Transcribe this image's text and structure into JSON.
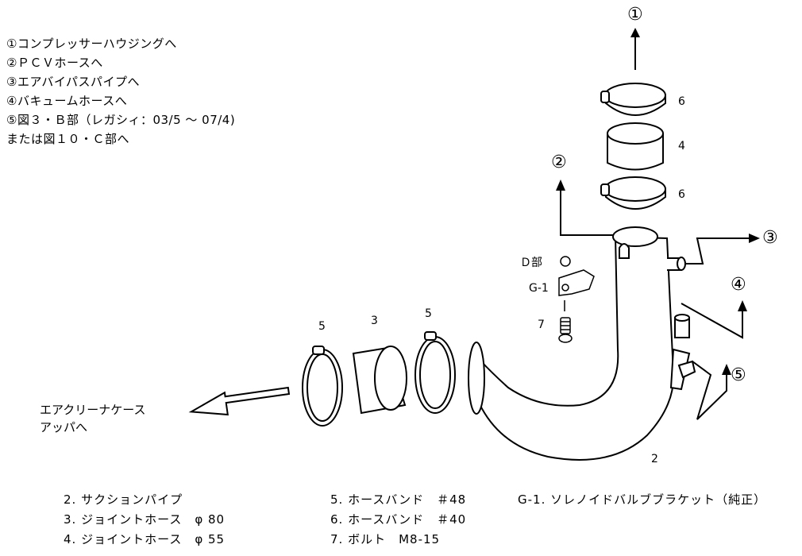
{
  "legend": {
    "items": [
      "①コンプレッサーハウジングへ",
      "②ＰＣＶホースへ",
      "③エアバイパスパイプへ",
      "④バキュームホースへ",
      "⑤図３・Ｂ部（レガシィ：03/5 ～ 07/4)",
      "  または図１０・Ｃ部へ"
    ]
  },
  "callouts": {
    "c1": "①",
    "c2": "②",
    "c3": "③",
    "c4": "④",
    "c5": "⑤"
  },
  "labels": {
    "n6_top": "6",
    "n4": "4",
    "n6_mid": "6",
    "d_part": "Ｄ部",
    "g1": "G-1",
    "n7": "7",
    "n5_left": "5",
    "n3": "3",
    "n5_right": "5",
    "n2": "2",
    "air_cleaner_line1": "エアクリーナケース",
    "air_cleaner_line2": "アッパへ"
  },
  "parts_list": {
    "p2": "2. サクションパイプ",
    "p3": "3. ジョイントホース　φ 80",
    "p4": "4. ジョイントホース　φ 55",
    "p5": "5. ホースバンド　＃48",
    "p6": "6. ホースバンド　＃40",
    "p7": "7. ボルト　M8-15",
    "pg1": "G-1. ソレノイドバルブブラケット（純正）"
  }
}
